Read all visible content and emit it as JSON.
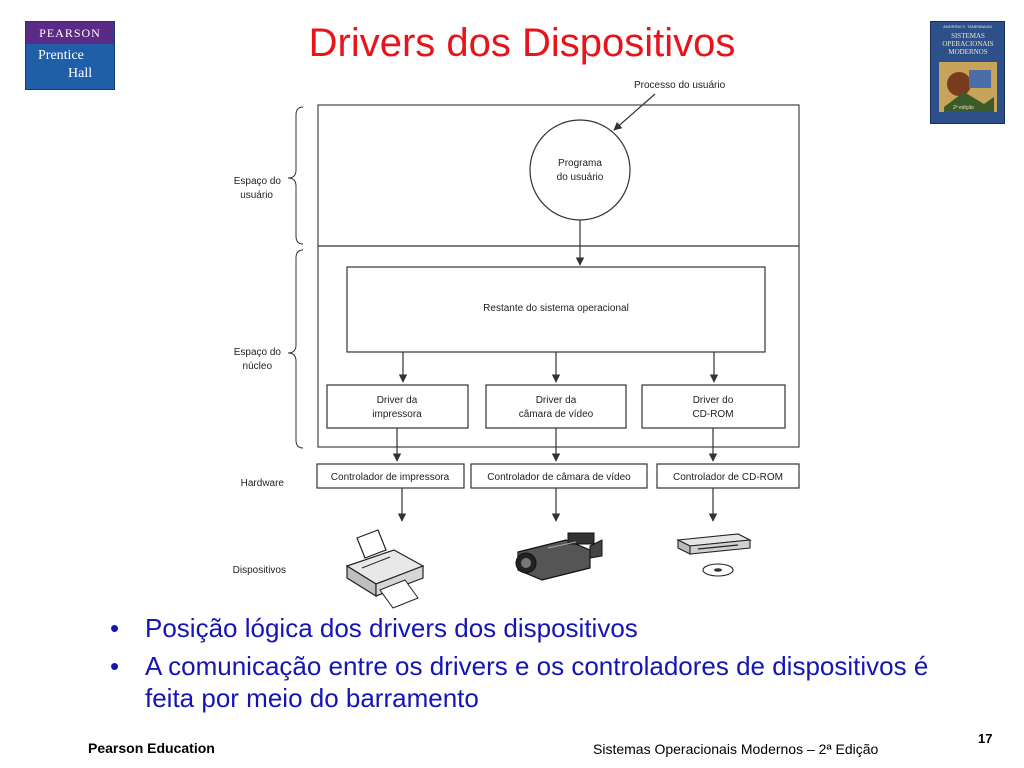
{
  "slide": {
    "title": "Drivers dos Dispositivos",
    "logo": {
      "line1": "PEARSON",
      "line2": "Prentice",
      "line3": "Hall"
    },
    "book": {
      "author": "ANDREW S. TANENBAUM",
      "title": "SISTEMAS OPERACIONAIS MODERNOS",
      "edition": "2ª edição"
    },
    "bullets": [
      "Posição lógica dos drivers dos dispositivos",
      "A comunicação entre os drivers e os controladores de dispositivos é feita por meio do barramento"
    ],
    "footer_left": "Pearson Education",
    "footer_right": "Sistemas Operacionais Modernos – 2ª Edição",
    "page_number": "17"
  },
  "diagram": {
    "process_label": "Processo do usuário",
    "program_line1": "Programa",
    "program_line2": "do usuário",
    "os_rest": "Restante do sistema operacional",
    "side_labels": {
      "user_space_1": "Espaço do",
      "user_space_2": "usuário",
      "kernel_space_1": "Espaço do",
      "kernel_space_2": "núcleo",
      "hardware": "Hardware",
      "devices": "Dispositivos"
    },
    "drivers": [
      {
        "line1": "Driver da",
        "line2": "impressora"
      },
      {
        "line1": "Driver da",
        "line2": "câmara de vídeo"
      },
      {
        "line1": "Driver do",
        "line2": "CD-ROM"
      }
    ],
    "controllers": [
      "Controlador de impressora",
      "Controlador de câmara de vídeo",
      "Controlador de CD-ROM"
    ],
    "device_icons": [
      "printer-icon",
      "camcorder-icon",
      "cdrom-drive-icon"
    ]
  }
}
